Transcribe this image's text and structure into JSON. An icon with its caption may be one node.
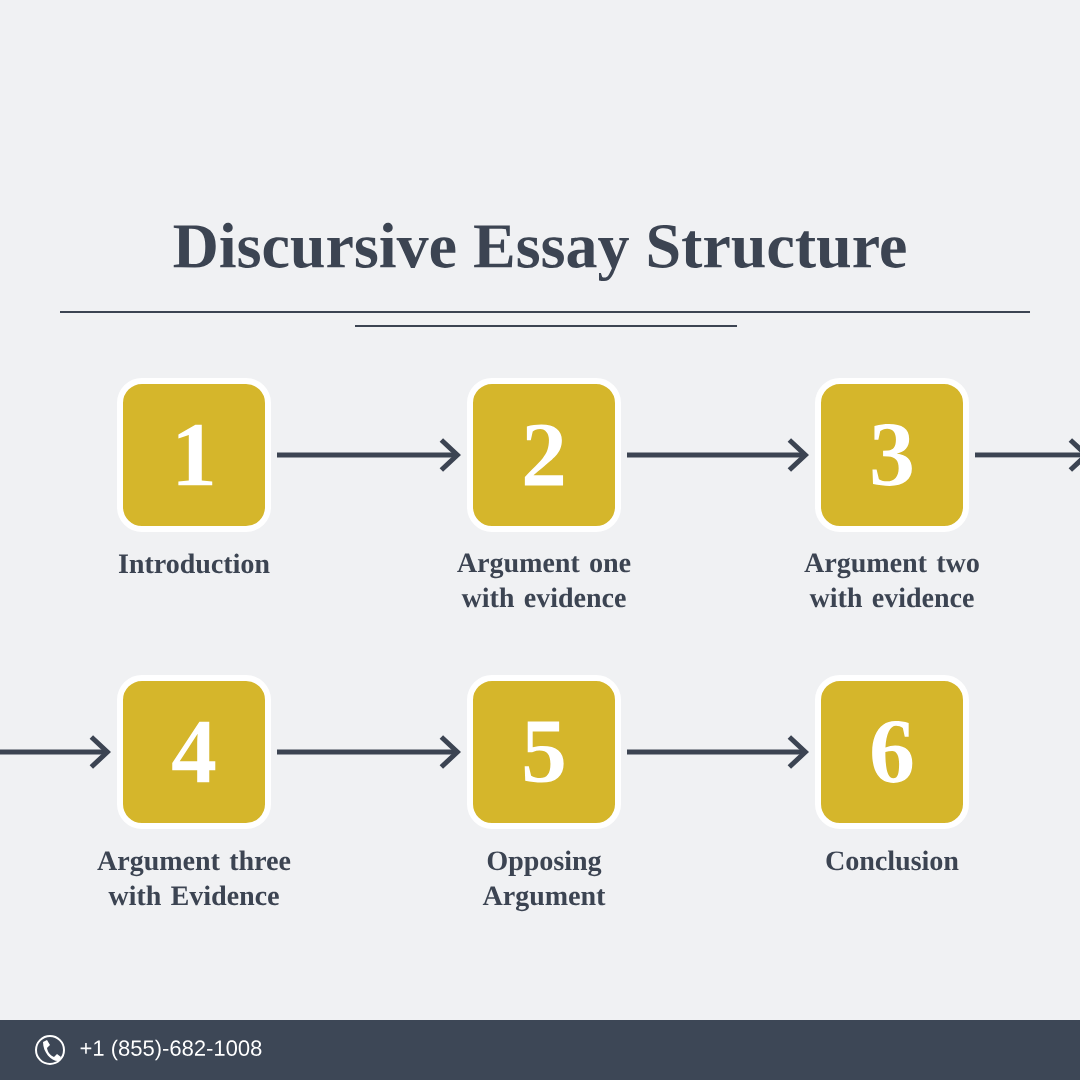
{
  "diagram": {
    "title": "Discursive Essay Structure",
    "nodes": [
      {
        "text": [
          "1"
        ],
        "beside": [
          "Introduction"
        ]
      },
      {
        "text": [
          "2"
        ],
        "beside": [
          "Argument one with evidence"
        ]
      },
      {
        "text": [
          "3"
        ],
        "beside": [
          "Argument two with evidence"
        ]
      },
      {
        "text": [
          "4"
        ],
        "beside": [
          "Argument three with Evidence"
        ]
      },
      {
        "text": [
          "5"
        ],
        "beside": [
          "Opposing Argument"
        ]
      },
      {
        "text": [
          "6"
        ],
        "beside": [
          "Conclusion"
        ]
      }
    ],
    "edges": [
      {
        "from": 0,
        "to": 1,
        "arrow": "to"
      },
      {
        "from": 1,
        "to": 2,
        "arrow": "to"
      },
      {
        "from": 2,
        "to": null,
        "arrow": "to"
      },
      {
        "from": null,
        "to": 3,
        "arrow": "to"
      },
      {
        "from": 3,
        "to": 4,
        "arrow": "to"
      },
      {
        "from": 4,
        "to": 5,
        "arrow": "to"
      }
    ],
    "labels": [
      "+1 (855)-682-1008"
    ]
  }
}
